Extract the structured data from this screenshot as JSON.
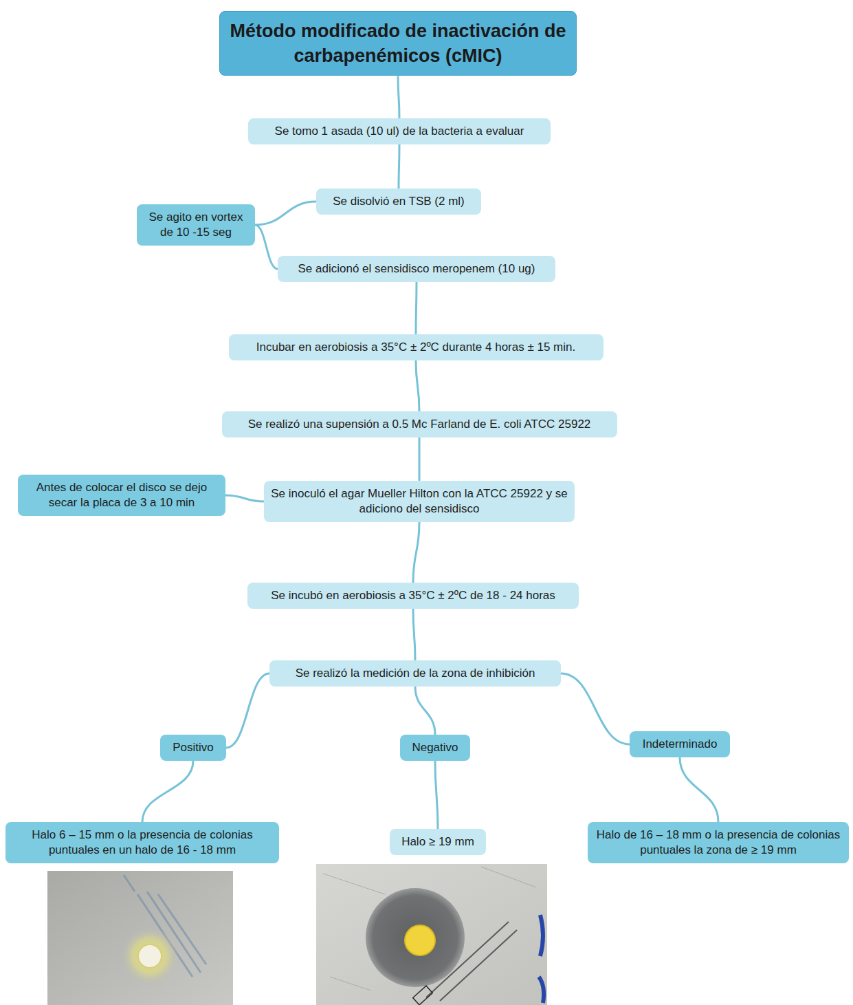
{
  "diagram": {
    "nodes": [
      {
        "text": [
          "Método modificado de inactivación de carbapenémicos (cMIC)"
        ]
      },
      {
        "text": [
          "Se tomo 1 asada (10 ul) de la bacteria a evaluar"
        ]
      },
      {
        "text": [
          "Se disolvió en TSB (2 ml)"
        ]
      },
      {
        "text": [
          "Se agito en vortex de 10 -15 seg"
        ]
      },
      {
        "text": [
          "Se adicionó el sensidisco meropenem (10 ug)"
        ]
      },
      {
        "text": [
          "Incubar en aerobiosis a 35°C ± 2ºC durante 4 horas ± 15 min."
        ]
      },
      {
        "text": [
          "Se realizó una supensión a 0.5 Mc Farland de E. coli ATCC 25922"
        ]
      },
      {
        "text": [
          "Antes de colocar el disco se dejo secar la placa de 3 a 10 min"
        ]
      },
      {
        "text": [
          "Se inoculó el agar Mueller Hilton con la ATCC 25922 y se adiciono del sensidisco"
        ]
      },
      {
        "text": [
          "Se incubó en aerobiosis a 35°C ± 2ºC de 18 - 24 horas"
        ]
      },
      {
        "text": [
          "Se realizó la medición de la zona de inhibición"
        ]
      },
      {
        "text": [
          "Positivo"
        ]
      },
      {
        "text": [
          "Negativo"
        ]
      },
      {
        "text": [
          "Indeterminado"
        ]
      },
      {
        "text": [
          "Halo 6 – 15 mm o la presencia de colonias puntuales en un halo de 16 - 18 mm"
        ]
      },
      {
        "text": [
          "Halo ≥ 19 mm"
        ]
      },
      {
        "text": [
          "Halo de 16 – 18 mm o la presencia de colonias puntuales la zona de ≥ 19 mm"
        ]
      }
    ],
    "edges": [
      {
        "from": 0,
        "to": 1,
        "arrow": "none"
      },
      {
        "from": 1,
        "to": 2,
        "arrow": "none"
      },
      {
        "from": 2,
        "to": 3,
        "arrow": "none"
      },
      {
        "from": 3,
        "to": 4,
        "arrow": "none"
      },
      {
        "from": 4,
        "to": 5,
        "arrow": "none"
      },
      {
        "from": 5,
        "to": 6,
        "arrow": "none"
      },
      {
        "from": 6,
        "to": 8,
        "arrow": "none"
      },
      {
        "from": 8,
        "to": 7,
        "arrow": "none"
      },
      {
        "from": 8,
        "to": 9,
        "arrow": "none"
      },
      {
        "from": 9,
        "to": 10,
        "arrow": "none"
      },
      {
        "from": 10,
        "to": 11,
        "arrow": "none"
      },
      {
        "from": 10,
        "to": 12,
        "arrow": "none"
      },
      {
        "from": 10,
        "to": 13,
        "arrow": "none"
      },
      {
        "from": 11,
        "to": 14,
        "arrow": "none"
      },
      {
        "from": 12,
        "to": 15,
        "arrow": "none"
      },
      {
        "from": 13,
        "to": 16,
        "arrow": "none"
      }
    ]
  }
}
